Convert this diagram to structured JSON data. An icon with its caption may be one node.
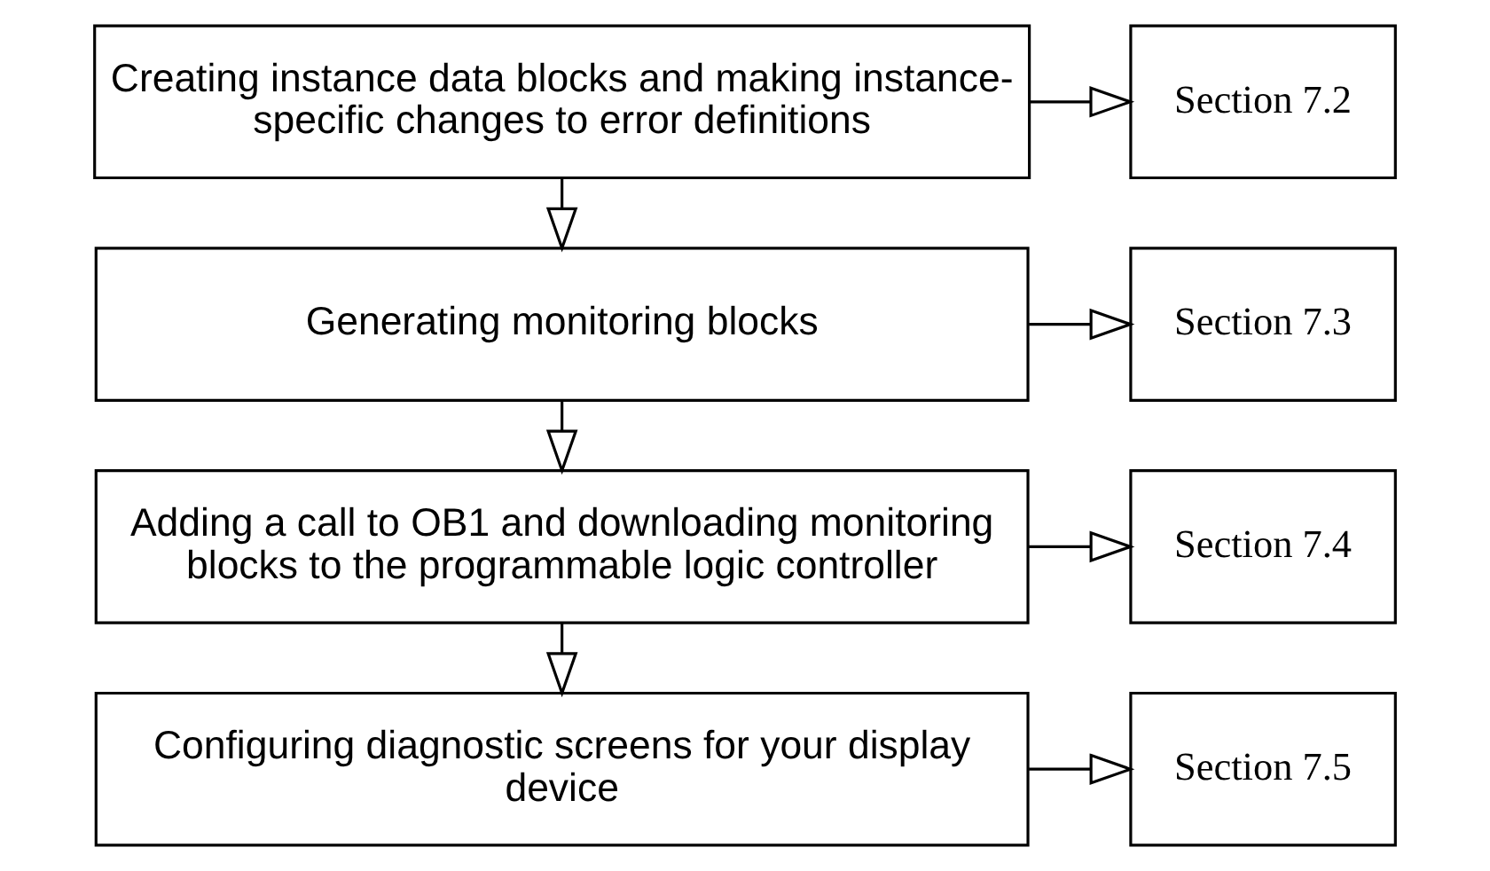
{
  "diagram": {
    "nodes": [
      {
        "text": [
          "Creating instance data blocks and making instance-specific changes to error definitions"
        ]
      },
      {
        "text": [
          "Section 7.2"
        ]
      },
      {
        "text": [
          "Generating monitoring blocks"
        ]
      },
      {
        "text": [
          "Section 7.3"
        ]
      },
      {
        "text": [
          "Adding a call to OB1 and downloading monitoring blocks to the programmable logic controller"
        ]
      },
      {
        "text": [
          "Section 7.4"
        ]
      },
      {
        "text": [
          "Configuring diagnostic screens for your display device"
        ]
      },
      {
        "text": [
          "Section 7.5"
        ]
      }
    ],
    "edges": [
      {
        "from": 0,
        "to": 1,
        "arrow": "to"
      },
      {
        "from": 0,
        "to": 2,
        "arrow": "to"
      },
      {
        "from": 2,
        "to": 3,
        "arrow": "to"
      },
      {
        "from": 2,
        "to": 4,
        "arrow": "to"
      },
      {
        "from": 4,
        "to": 5,
        "arrow": "to"
      },
      {
        "from": 4,
        "to": 6,
        "arrow": "to"
      },
      {
        "from": 6,
        "to": 7,
        "arrow": "to"
      }
    ]
  }
}
